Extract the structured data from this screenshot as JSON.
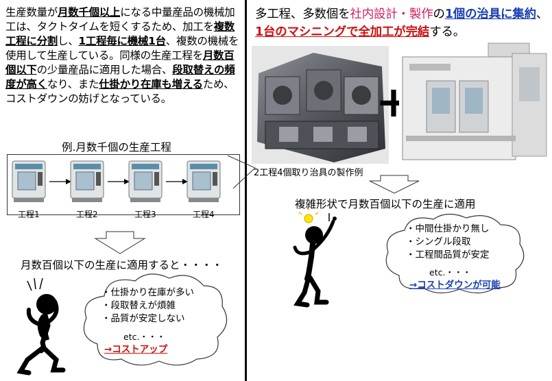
{
  "left": {
    "para": [
      {
        "t": "生産数量が"
      },
      {
        "t": "月数千個以上",
        "u": true
      },
      {
        "t": "になる中量産品の機械加工は、タクトタイムを短くするため、加工を"
      },
      {
        "t": "複数工程に分割",
        "u": true
      },
      {
        "t": "し、"
      },
      {
        "t": "1工程毎に機械1台",
        "u": true
      },
      {
        "t": "、複数の機械を使用して生産している。同様の生産工程を"
      },
      {
        "t": "月数百個以下",
        "u": true
      },
      {
        "t": "の少量産品に適用した場合、"
      },
      {
        "t": "段取替えの頻度が高く",
        "u": true
      },
      {
        "t": "なり、また"
      },
      {
        "t": "仕掛かり在庫も増える",
        "u": true
      },
      {
        "t": "ため、コストダウンの妨げとなっている。"
      }
    ],
    "example_title": "例.月数千個の生産工程",
    "processes": [
      "工程1",
      "工程2",
      "工程3",
      "工程4"
    ],
    "apply_text": "月数百個以下の生産に適用すると・・・・",
    "bad_points": [
      "・仕掛かり在庫が多い",
      "・段取替えが煩雑",
      "・品質が安定しない"
    ],
    "etc": "etc.・・・",
    "cost_up": "→コストアップ"
  },
  "right": {
    "title": [
      {
        "t": "多工程、多数個を"
      },
      {
        "t": "社内設計・製作",
        "c": "pink"
      },
      {
        "t": "の"
      },
      {
        "t": "1個の治具に集約",
        "c": "blue"
      },
      {
        "t": "、"
      },
      {
        "t": "1台のマシニングで全加工が完結",
        "c": "red"
      },
      {
        "t": "する。"
      }
    ],
    "plus": "+",
    "jig_caption": "2工程4個取り治具の製作例",
    "apply_text": "複雑形状で月数百個以下の生産に適用",
    "good_points": [
      "・中間仕掛かり無し",
      "・シングル段取",
      "・工程間品質が安定"
    ],
    "etc": "etc.・・・",
    "cost_down": "→コストダウンが可能"
  },
  "colors": {
    "red": "#d01010",
    "blue": "#1a3fb0",
    "machine": "#5b8fa8"
  }
}
